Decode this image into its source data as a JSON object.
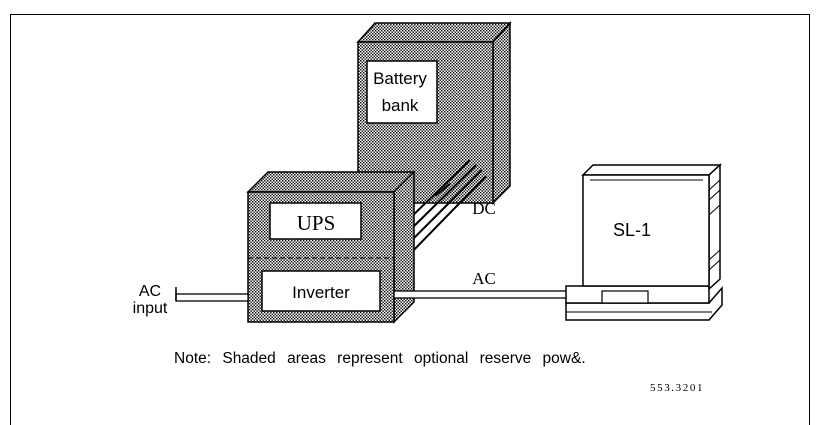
{
  "labels": {
    "battery_line1": "Battery",
    "battery_line2": "bank",
    "dc": "DC",
    "ups": "UPS",
    "inverter": "Inverter",
    "ac_input_line1": "AC",
    "ac_input_line2": "input",
    "ac": "AC",
    "sl1": "SL-1"
  },
  "note": "Note: Shaded areas represent optional reserve pow&.",
  "figure_number": "553.3201"
}
